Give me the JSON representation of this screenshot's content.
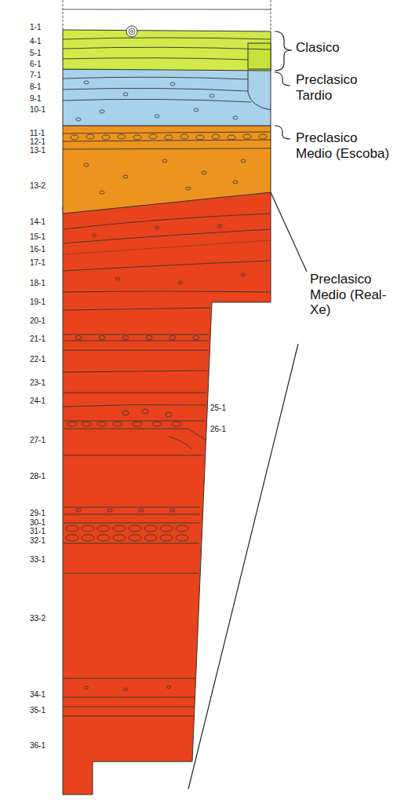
{
  "diagram": {
    "labels": [
      "1-1",
      "4-1",
      "5-1",
      "6-1",
      "7-1",
      "8-1",
      "9-1",
      "10-1",
      "11-1",
      "12-1",
      "13-1",
      "13-2",
      "14-1",
      "15-1",
      "16-1",
      "17-1",
      "18-1",
      "19-1",
      "20-1",
      "21-1",
      "22-1",
      "23-1",
      "24-1",
      "25-1",
      "26-1",
      "27-1",
      "28-1",
      "29-1",
      "30-1",
      "31-1",
      "32-1",
      "33-1",
      "33-2",
      "34-1",
      "35-1",
      "36-1",
      "Clasico",
      "Preclasico Tardio",
      "Preclasico Medio (Escoba)",
      "Preclasico Medio (Real-Xe)"
    ]
  }
}
